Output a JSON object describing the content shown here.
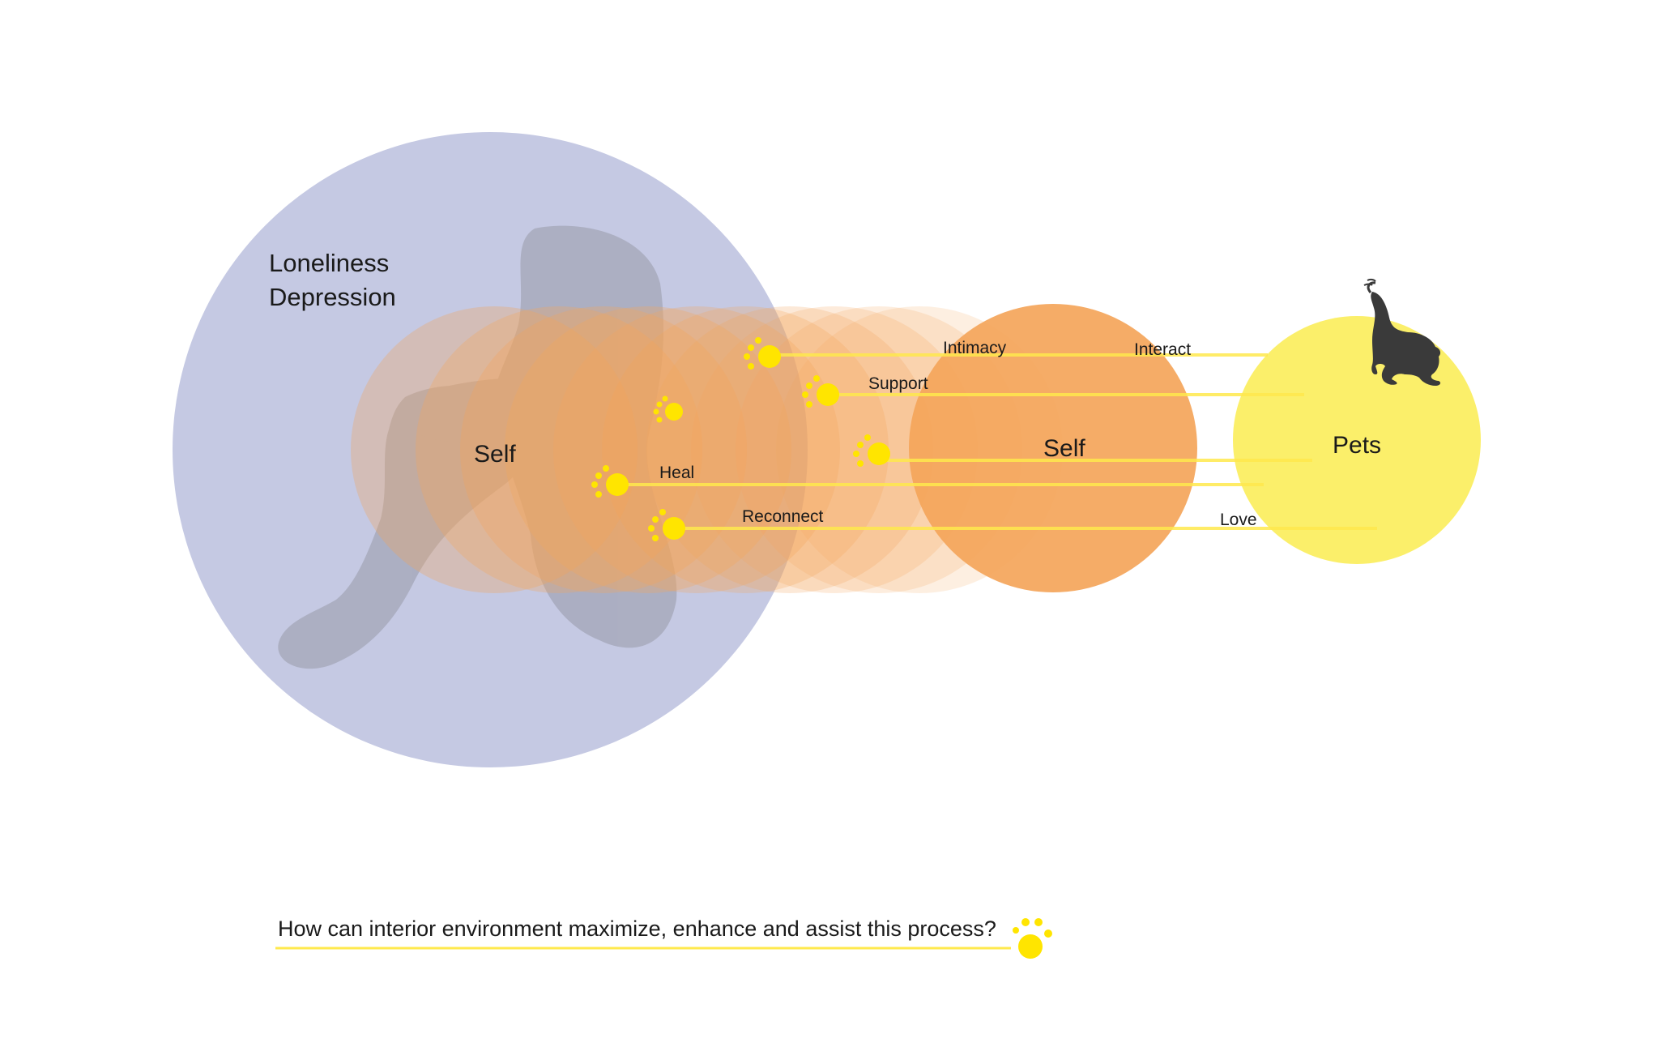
{
  "colors": {
    "background": "#ffffff",
    "loneliness_circle": "#c5c9e3",
    "silhouette": "#a3a6b7",
    "self_circle": "#f4a55a",
    "pets_circle": "#fbef6a",
    "paw": "#ffe500",
    "connector_line": "#ffe94d",
    "cat": "#3a3a3a"
  },
  "labels": {
    "loneliness": "Loneliness",
    "depression": "Depression",
    "self_left": "Self",
    "self_right": "Self",
    "pets": "Pets",
    "intimacy": "Intimacy",
    "interact": "Interact",
    "support": "Support",
    "heal": "Heal",
    "reconnect": "Reconnect",
    "love": "Love"
  },
  "question": "How can interior environment maximize, enhance and assist this process?",
  "icons": [
    "human-silhouette-icon",
    "paw-print-icon",
    "cat-icon"
  ]
}
